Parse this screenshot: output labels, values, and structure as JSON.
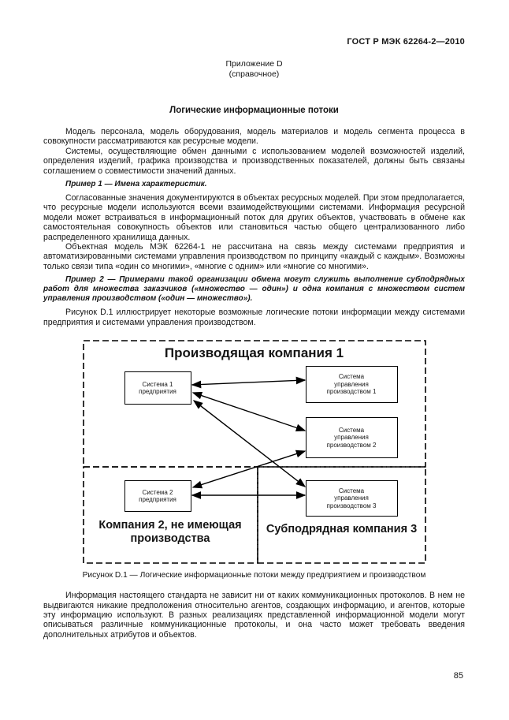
{
  "header": {
    "doc_number": "ГОСТ Р МЭК 62264-2—2010"
  },
  "annex": {
    "title": "Приложение D",
    "subtitle": "(справочное)"
  },
  "section": {
    "title": "Логические информационные потоки"
  },
  "paragraphs": [
    {
      "type": "body",
      "text": "Модель персонала, модель оборудования, модель материалов и модель сегмента процесса в совокупности рассматриваются как ресурсные модели."
    },
    {
      "type": "body",
      "text": "Системы, осуществляющие обмен данными с использованием моделей возможностей изделий, определения изделий, графика производства и производственных показателей, должны быть связаны соглашением о совместимости значений данных."
    },
    {
      "type": "example",
      "text": "Пример 1 — Имена характеристик."
    },
    {
      "type": "body",
      "text": "Согласованные значения документируются в объектах ресурсных моделей. При этом предполагается, что ресурсные модели используются всеми взаимодействующими системами. Информация ресурсной модели может встраиваться в информационный поток для других объектов, участвовать в обмене как самостоятельная совокупность объектов или становиться частью общего централизованного либо распределенного хранилища данных."
    },
    {
      "type": "body",
      "text": "Объектная модель МЭК 62264-1 не рассчитана на связь между системами предприятия и автоматизированными системами управления производством по принципу «каждый с каждым». Возможны только связи типа «один со многими», «многие с одним» или «многие со многими»."
    },
    {
      "type": "example",
      "text": "Пример 2 — Примерами такой организации обмена могут служить выполнение субподрядных работ для множества заказчиков («множество — один») и одна компания с множеством систем управления производством («один — множество»)."
    },
    {
      "type": "body",
      "text": "Рисунок D.1 иллюстрирует некоторые возможные логические потоки информации между системами предприятия и системами управления производством."
    },
    {
      "type": "body",
      "text": "Информация настоящего стандарта не зависит ни от каких коммуникационных протоколов. В нем не выдвигаются никакие предположения относительно агентов, создающих информацию, и агентов, которые эту информацию используют. В разных реализациях представленной информационной модели могут описываться различные коммуникационные протоколы, и она часто может требовать введения дополнительных атрибутов и объектов."
    }
  ],
  "figure": {
    "company1_title": "Производящая компания 1",
    "boxes": {
      "enterprise1": "Система 1\nпредприятия",
      "mfg_control1": "Система\nуправления\nпроизводством 1",
      "mfg_control2": "Система\nуправления\nпроизводством 2",
      "mfg_control3": "Система\nуправления\nпроизводством 3",
      "enterprise2": "Система 2\nпредприятия"
    },
    "company2_label": "Компания 2, не имеющая\nпроизводства",
    "company3_label": "Субподрядная компания 3",
    "caption": "Рисунок D.1 — Логические информационные потоки между предприятием и производством"
  },
  "page_number": "85"
}
